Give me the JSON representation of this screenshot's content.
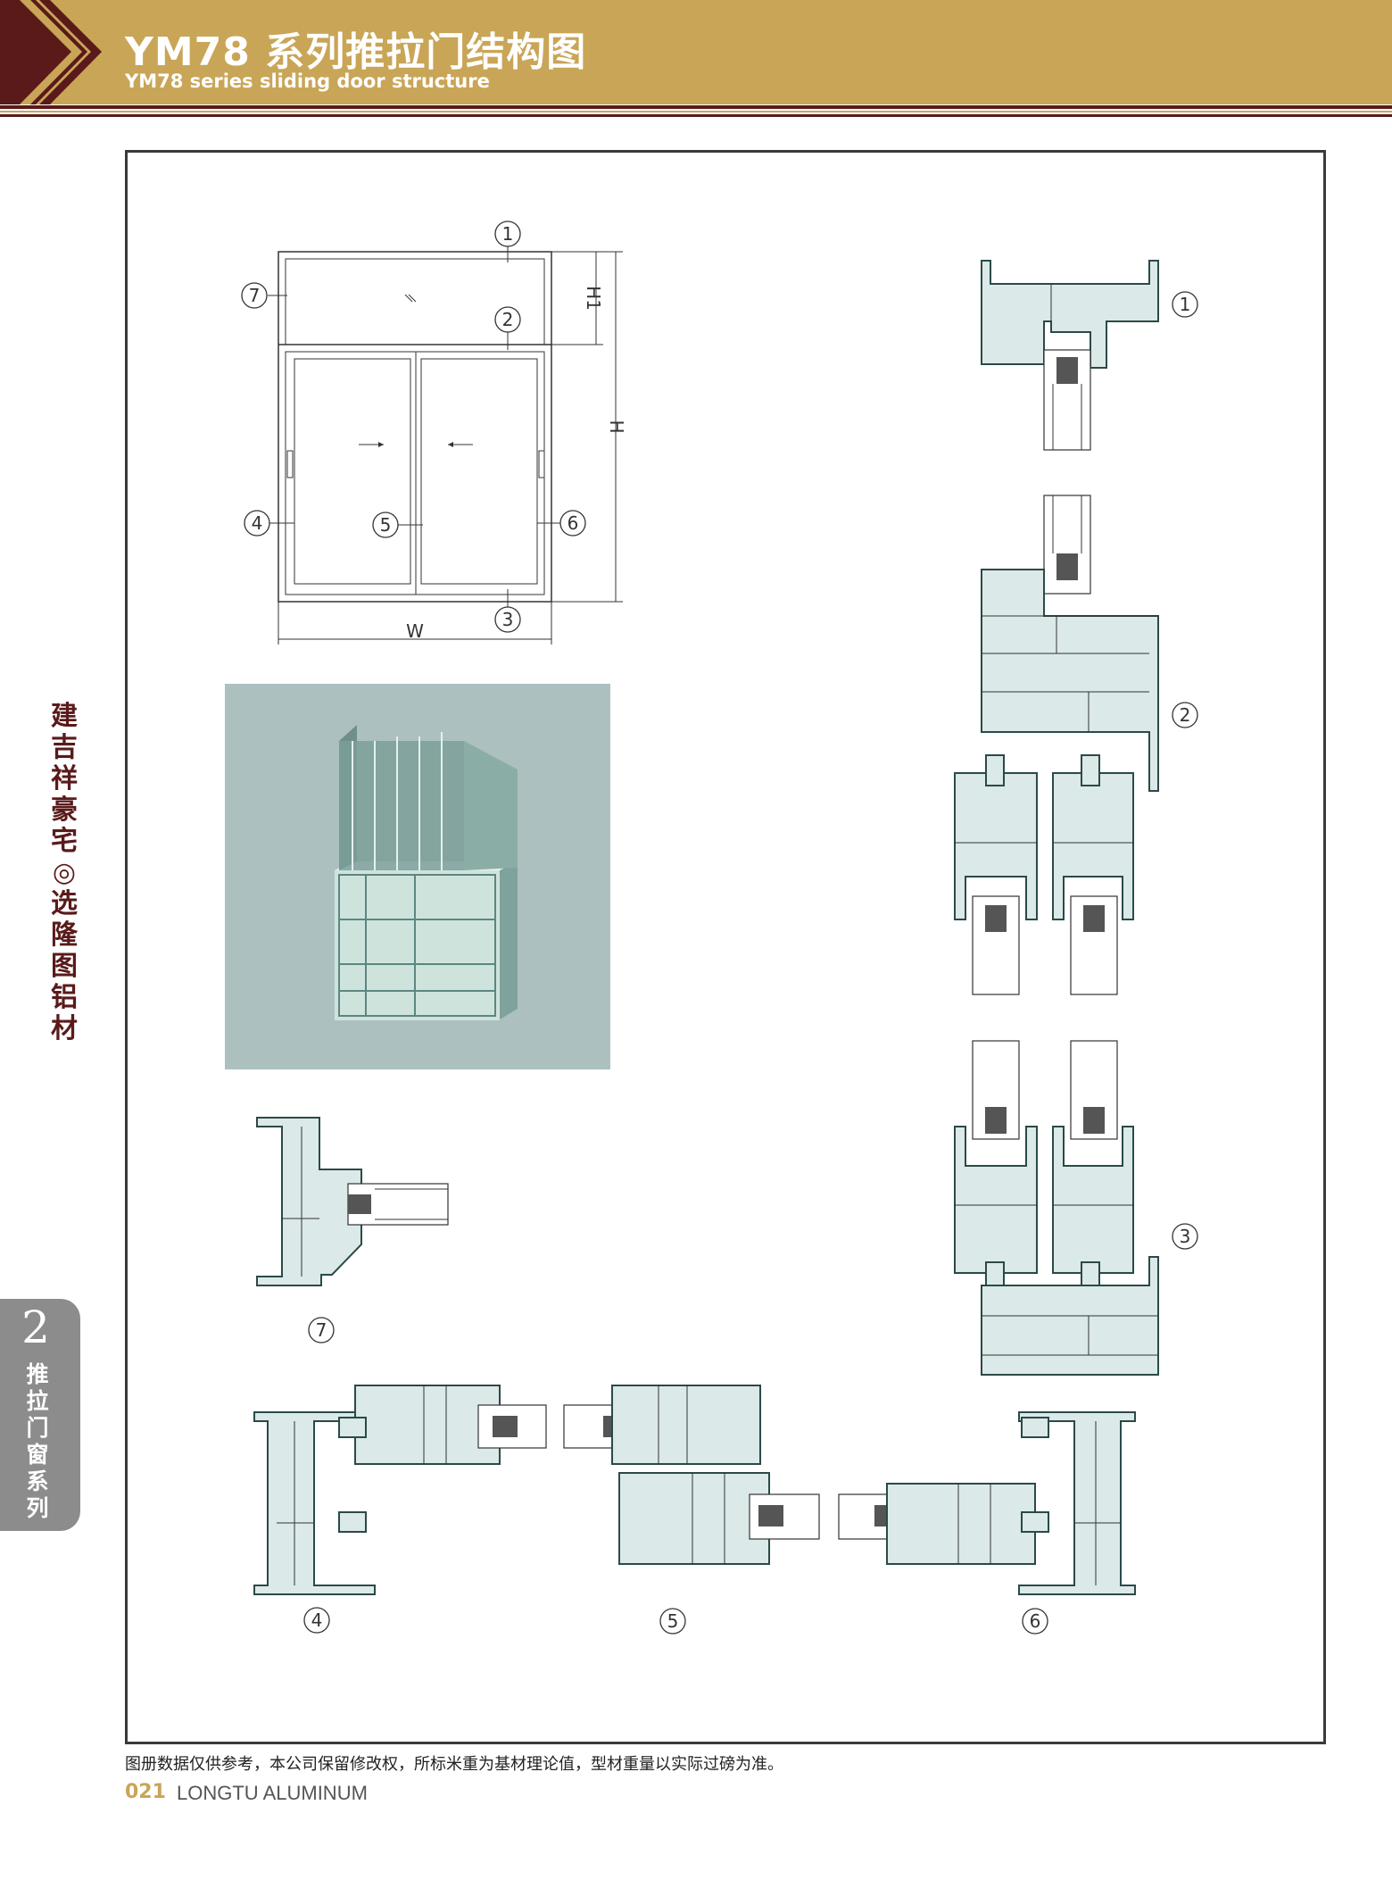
{
  "header": {
    "title": "YM78 系列推拉门结构图",
    "subtitle": "YM78 series sliding door structure",
    "brand_color": "#c9a557",
    "accent_color": "#5a1a1a"
  },
  "sidebar": {
    "brand_text": "建吉祥豪宅◎选隆图铝材",
    "tab_number": "2",
    "tab_text": "推拉门窗系列"
  },
  "elevation": {
    "dim_width": "W",
    "dim_height": "H",
    "dim_top_height": "H1",
    "callouts": [
      "1",
      "2",
      "3",
      "4",
      "5",
      "6",
      "7"
    ]
  },
  "sections": {
    "right_labels": [
      "1",
      "2",
      "3"
    ],
    "bottom_labels": [
      "4",
      "5",
      "6"
    ],
    "left_label": "7"
  },
  "footer": {
    "note": "图册数据仅供参考，本公司保留修改权，所标米重为基材理论值，型材重量以实际过磅为准。",
    "page_number": "021",
    "company": "LONGTU ALUMINUM"
  }
}
